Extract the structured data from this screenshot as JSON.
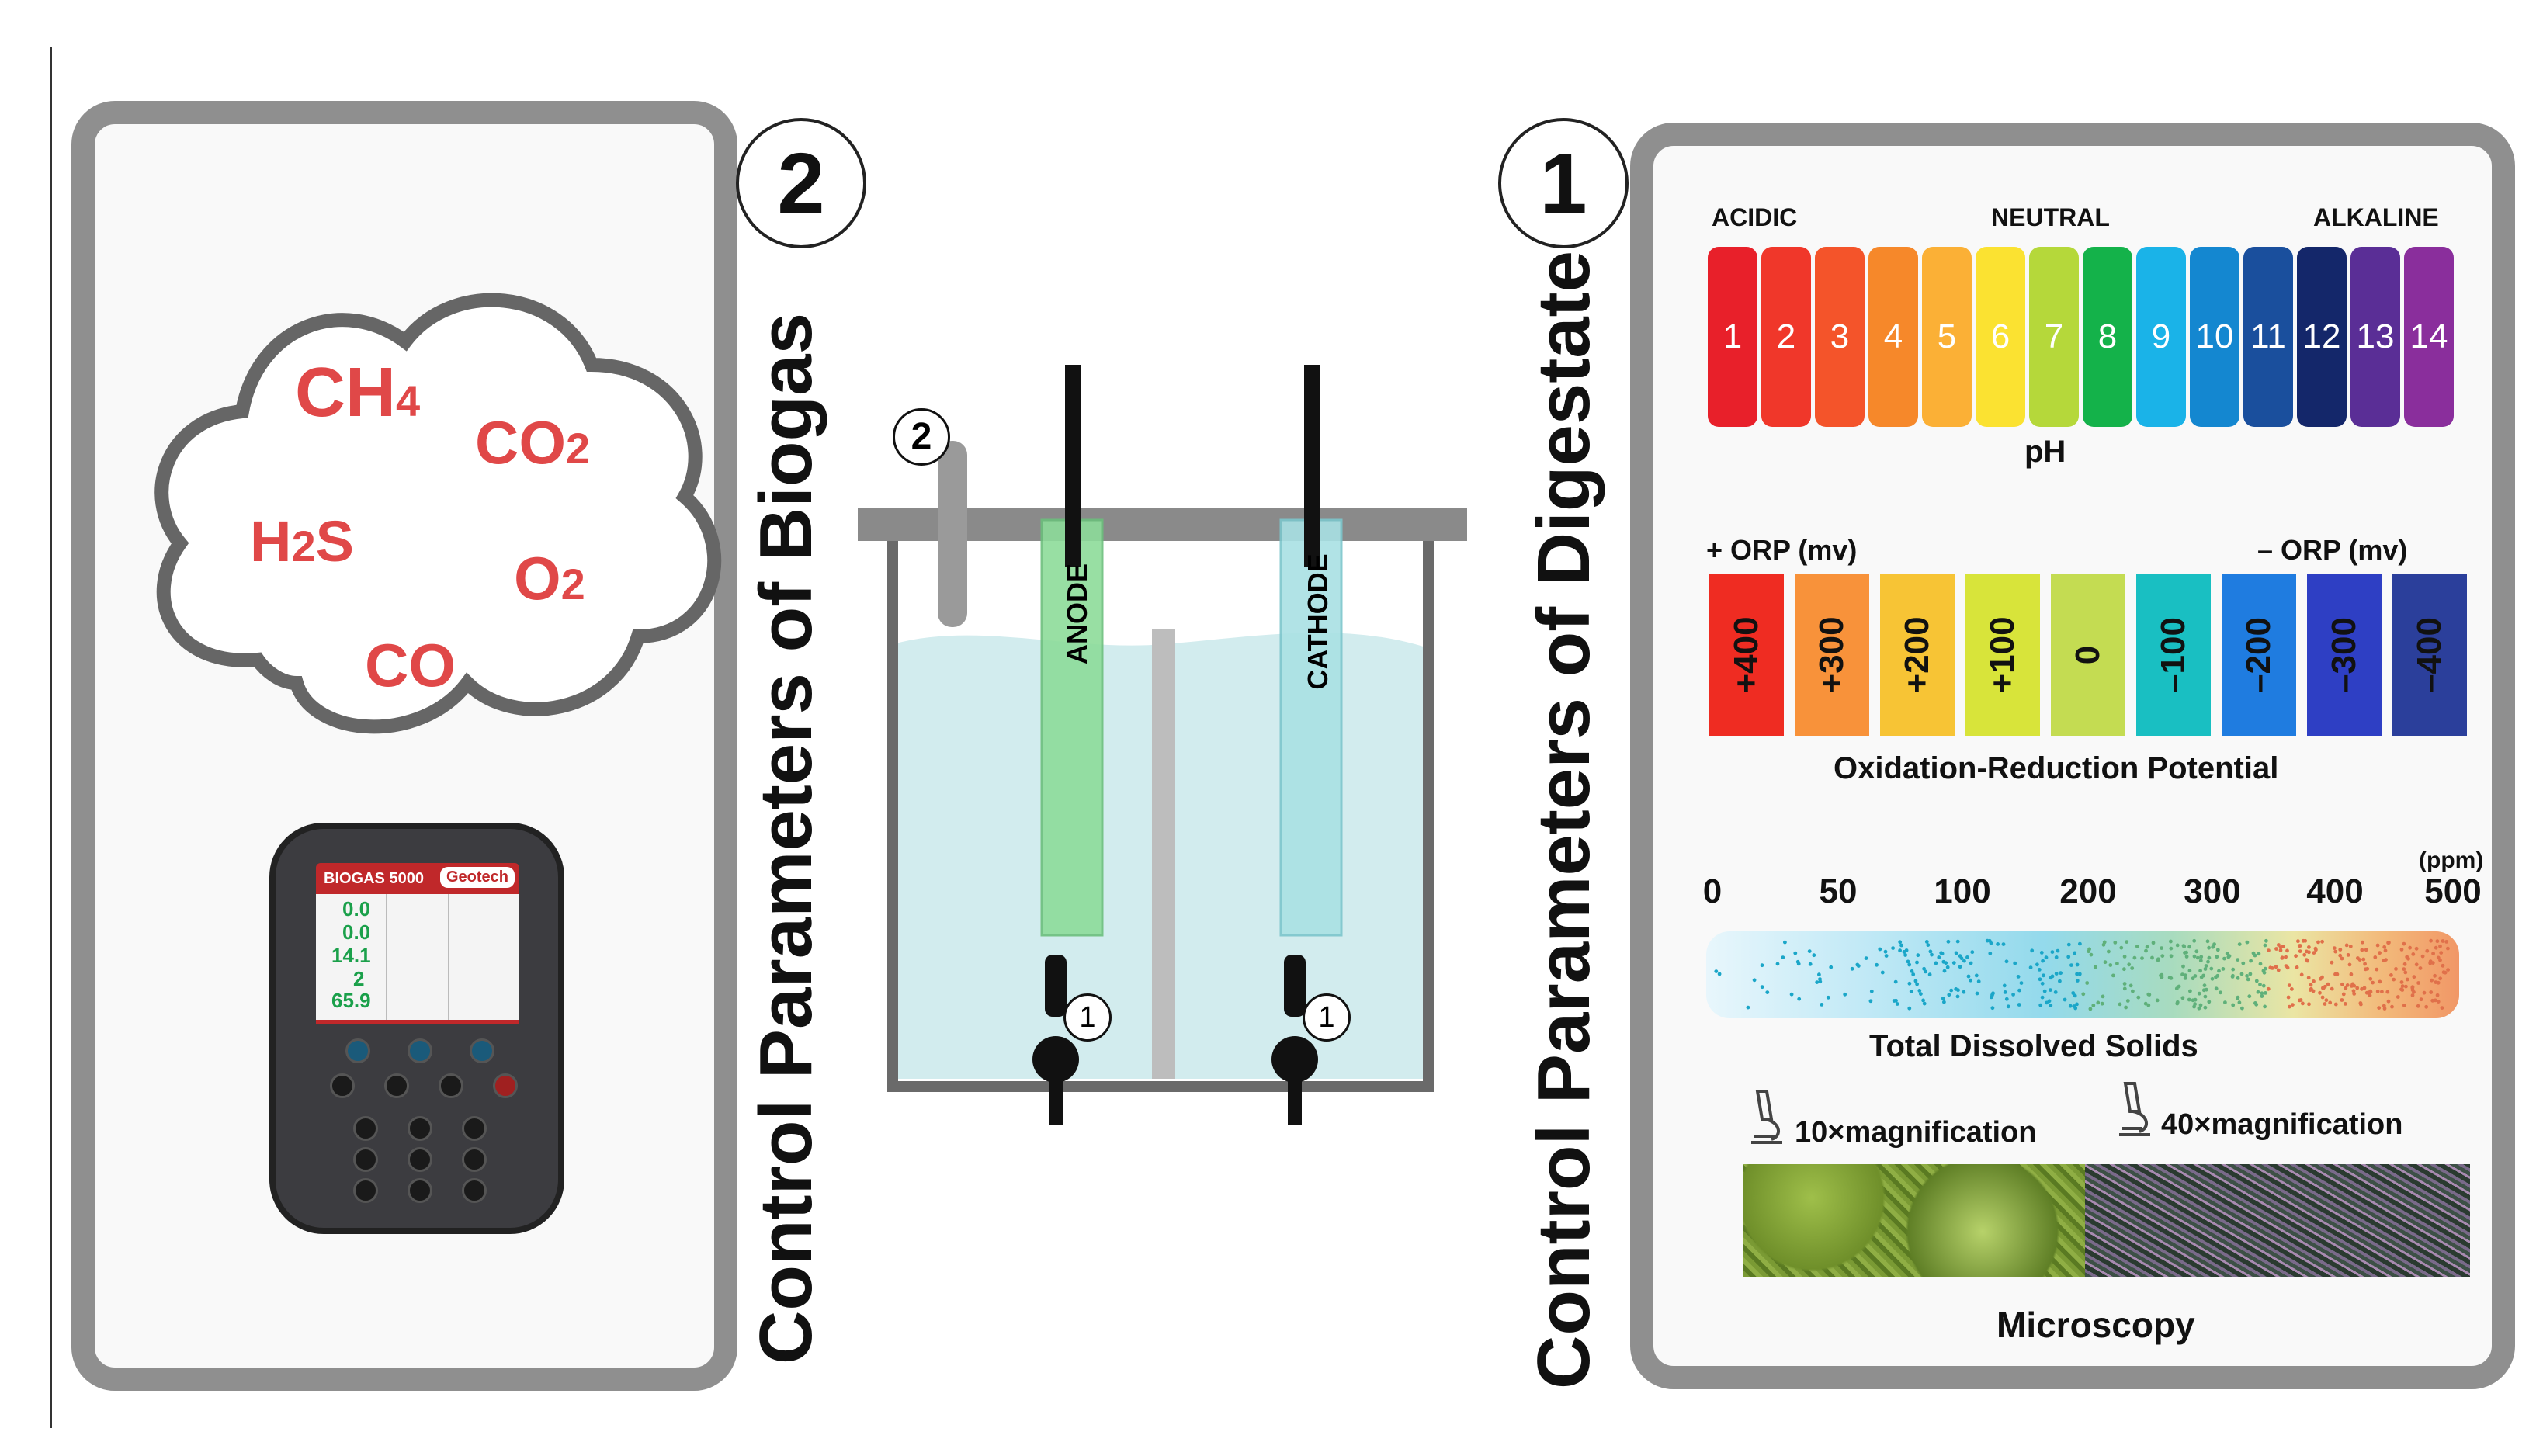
{
  "biogas": {
    "circle_number": "2",
    "title": "Control Parameters of Biogas",
    "gases": [
      "CH4",
      "CO2",
      "H2S",
      "O2",
      "CO"
    ],
    "device": {
      "model_label": "BIOGAS 5000",
      "brand_label": "Geotech",
      "readings": [
        "0.0",
        "0.0",
        "14.1",
        "2",
        "65.9"
      ]
    }
  },
  "reactor": {
    "anode_label": "ANODE",
    "cathode_label": "CATHODE",
    "valve_marker": "1",
    "gas_port_marker": "2"
  },
  "digestate": {
    "circle_number": "1",
    "title": "Control Parameters of Digestate",
    "ph": {
      "left_label": "ACIDIC",
      "mid_label": "NEUTRAL",
      "right_label": "ALKALINE",
      "values": [
        "1",
        "2",
        "3",
        "4",
        "5",
        "6",
        "7",
        "8",
        "9",
        "10",
        "11",
        "12",
        "13",
        "14"
      ],
      "colors": [
        "#e8202a",
        "#f0372a",
        "#f4542a",
        "#f6882a",
        "#fbb036",
        "#fbe231",
        "#b5d83a",
        "#14b24a",
        "#1ab3e8",
        "#1487d0",
        "#1a4f9d",
        "#14276a",
        "#5a2e96",
        "#8a2e9c"
      ],
      "axis_label": "pH"
    },
    "orp": {
      "left_label": "+ ORP (mv)",
      "right_label": "– ORP  (mv)",
      "values": [
        "+400",
        "+300",
        "+200",
        "+100",
        "0",
        "–100",
        "–200",
        "–300",
        "–400"
      ],
      "colors": [
        "#ef2c22",
        "#f8923a",
        "#f7c435",
        "#d8e43a",
        "#c4dc52",
        "#19bfc2",
        "#1f7ce0",
        "#2e3fc4",
        "#2b3f9b"
      ],
      "caption": "Oxidation-Reduction Potential"
    },
    "tds": {
      "unit": "(ppm)",
      "ticks": [
        "0",
        "50",
        "100",
        "200",
        "300",
        "400",
        "500"
      ],
      "caption": "Total Dissolved Solids"
    },
    "microscopy": {
      "left_label": "10×magnification",
      "right_label": "40×magnification",
      "caption": "Microscopy"
    }
  }
}
